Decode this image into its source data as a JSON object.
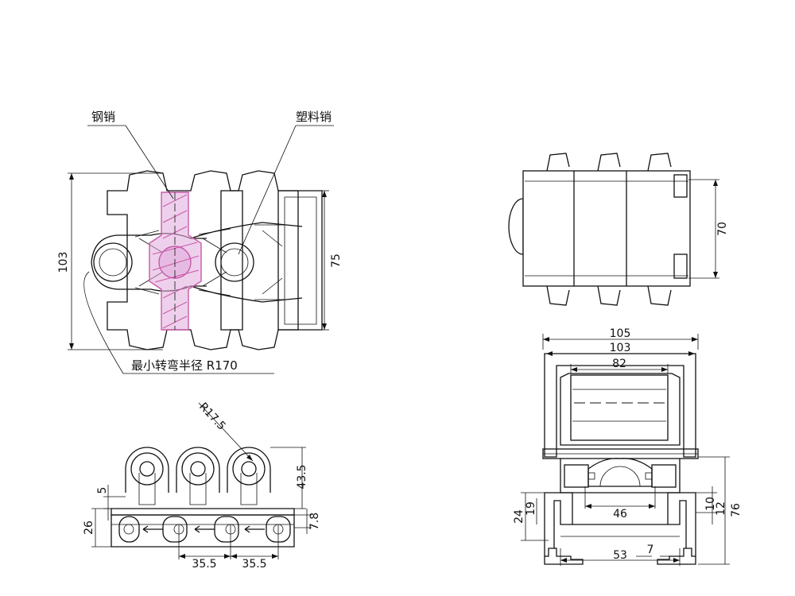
{
  "labels": {
    "steel_pin": "钢销",
    "plastic_pin": "塑料销",
    "min_turn_radius": "最小转弯半径 R170"
  },
  "dimensions": {
    "top_view_height": "103",
    "top_view_inner": "75",
    "right_view_height": "70",
    "chain_height": "26",
    "flange": "5",
    "roller_height": "43.5",
    "link_height": "7.8",
    "roller_radius": "R17.5",
    "pitch_1": "35.5",
    "pitch_2": "35.5",
    "width_outer": "105",
    "width_inner": "103",
    "roller_width": "82",
    "guide_width": "46",
    "rail_width": "53",
    "rail_gap": "7",
    "rail_left_outer": "24",
    "rail_left_inner": "19",
    "rail_right_a": "10",
    "rail_right_b": "12",
    "total_height": "76"
  },
  "colors": {
    "line": "#111111",
    "highlight": "#c85aa8"
  }
}
